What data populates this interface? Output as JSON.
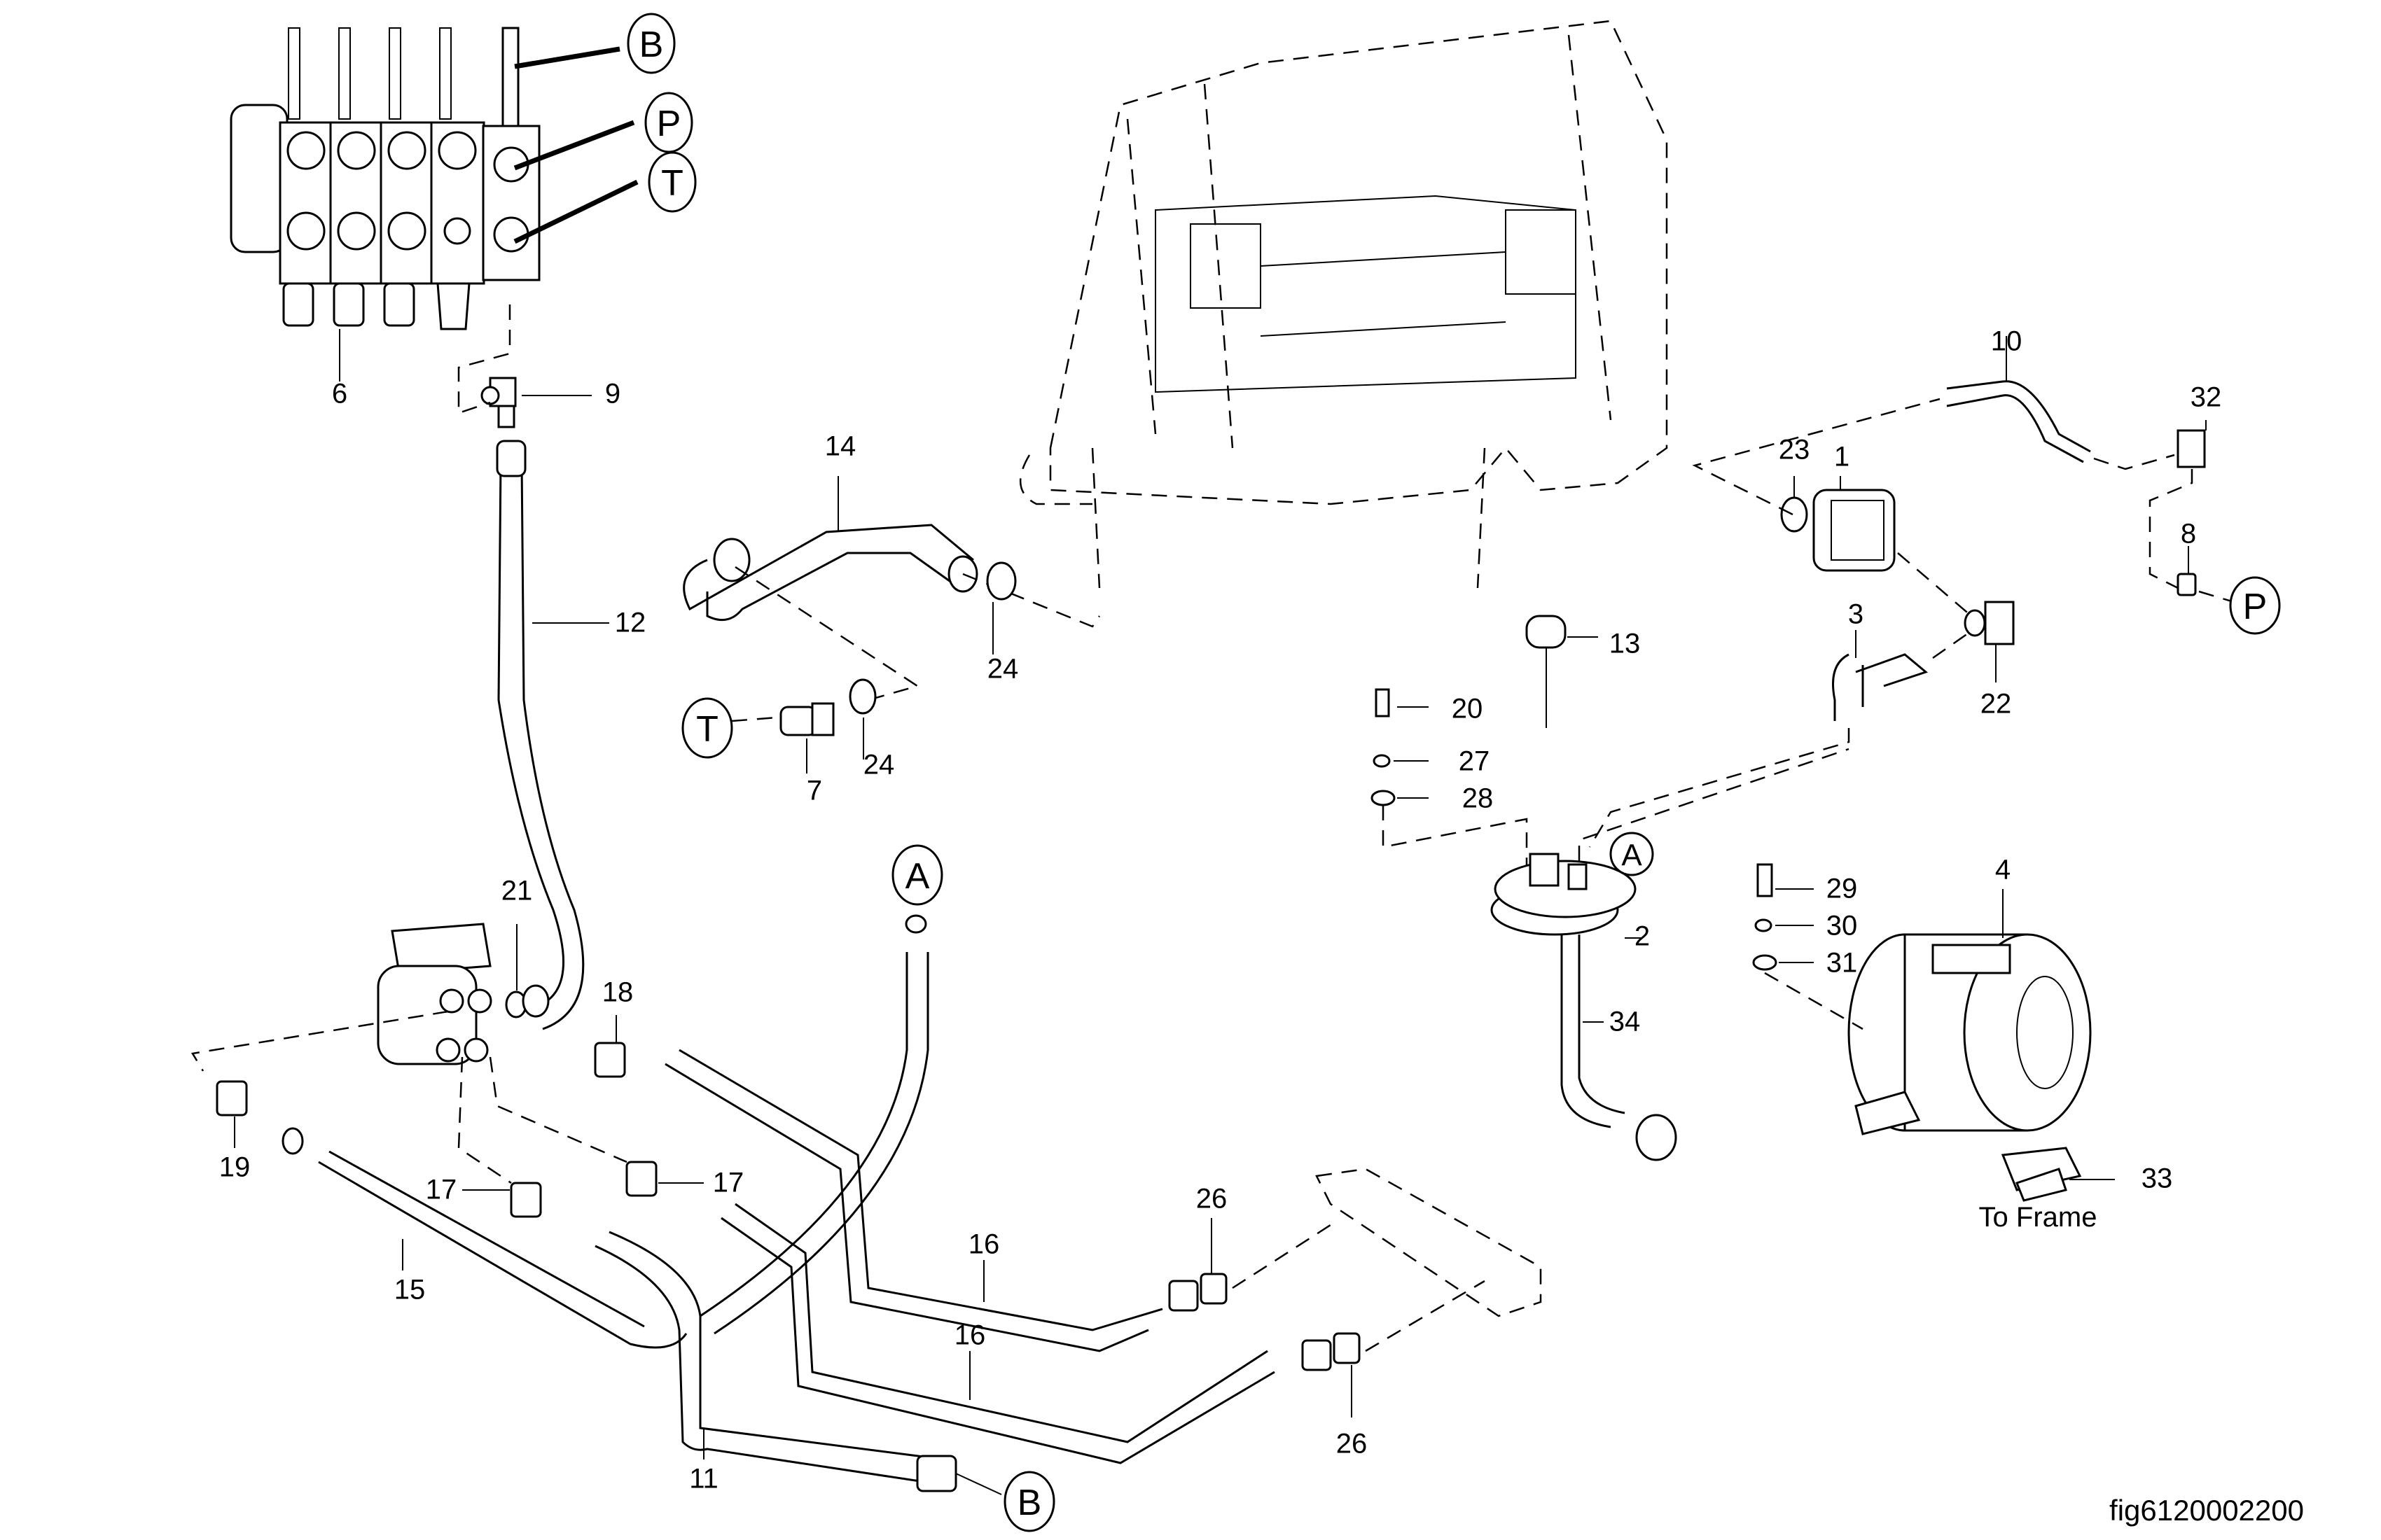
{
  "figure_id": "fig6120002200",
  "notes": {
    "to_frame": "To Frame"
  },
  "connection_bubbles": {
    "B_top": "B",
    "P_top": "P",
    "T_top": "T",
    "T_mid": "T",
    "A_left": "A",
    "A_tank": "A",
    "P_right": "P",
    "B_bottom": "B"
  },
  "callouts": {
    "c1": "1",
    "c2": "2",
    "c3": "3",
    "c4": "4",
    "c6": "6",
    "c7": "7",
    "c8": "8",
    "c9": "9",
    "c10": "10",
    "c11": "11",
    "c12": "12",
    "c13": "13",
    "c14": "14",
    "c15": "15",
    "c16a": "16",
    "c16b": "16",
    "c17a": "17",
    "c17b": "17",
    "c18": "18",
    "c19": "19",
    "c20": "20",
    "c21": "21",
    "c22": "22",
    "c23": "23",
    "c24a": "24",
    "c24b": "24",
    "c26a": "26",
    "c26b": "26",
    "c27": "27",
    "c28": "28",
    "c29": "29",
    "c30": "30",
    "c31": "31",
    "c32": "32",
    "c33": "33",
    "c34": "34"
  }
}
